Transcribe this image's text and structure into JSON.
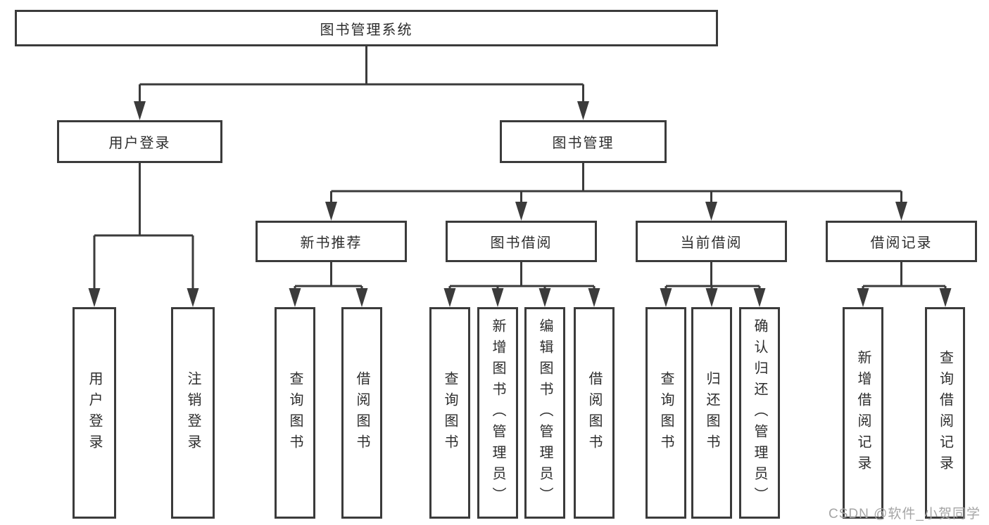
{
  "tree": {
    "root": {
      "label": "图书管理系统"
    },
    "branches": [
      {
        "label": "用户登录",
        "children": [
          {
            "label": "用户登录"
          },
          {
            "label": "注销登录"
          }
        ]
      },
      {
        "label": "图书管理",
        "children": [
          {
            "label": "新书推荐",
            "children": [
              {
                "label": "查询图书"
              },
              {
                "label": "借阅图书"
              }
            ]
          },
          {
            "label": "图书借阅",
            "children": [
              {
                "label": "查询图书"
              },
              {
                "label": "新增图书（管理员）"
              },
              {
                "label": "编辑图书（管理员）"
              },
              {
                "label": "借阅图书"
              }
            ]
          },
          {
            "label": "当前借阅",
            "children": [
              {
                "label": "查询图书"
              },
              {
                "label": "归还图书"
              },
              {
                "label": "确认归还（管理员）"
              }
            ]
          },
          {
            "label": "借阅记录",
            "children": [
              {
                "label": "新增借阅记录"
              },
              {
                "label": "查询借阅记录"
              }
            ]
          }
        ]
      }
    ]
  },
  "watermark": {
    "text": "CSDN @软件_小贺同学"
  },
  "colors": {
    "line": "#3b3b3b",
    "text": "#2d2d2d",
    "background": "#ffffff",
    "watermark": "#a5a5a5"
  }
}
